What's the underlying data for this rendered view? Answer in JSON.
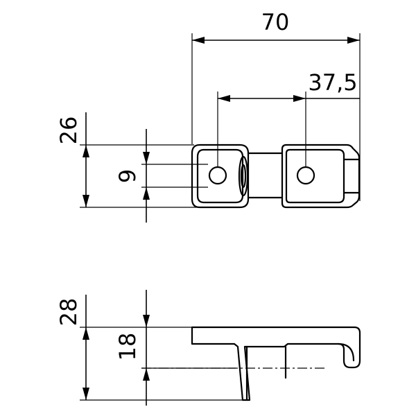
{
  "dimensions": {
    "top_width": "70",
    "hole_spacing": "37,5",
    "top_height": "26",
    "hole_offset": "9",
    "side_height": "28",
    "side_lower": "18"
  }
}
